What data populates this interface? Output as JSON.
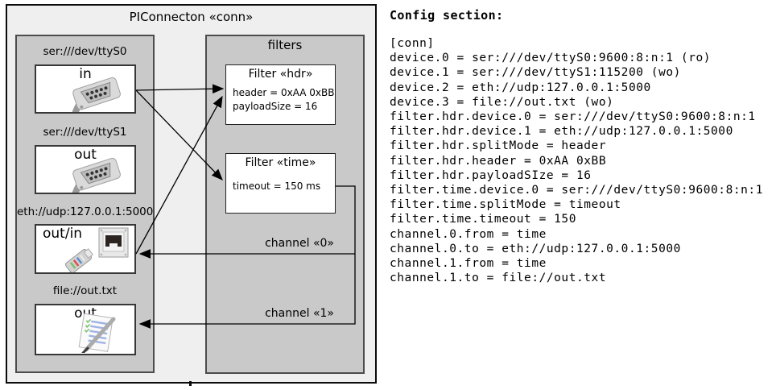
{
  "diagram": {
    "title": "PIConnecton «conn»",
    "devices_group": {
      "devices": [
        {
          "label": "ser:///dev/ttyS0",
          "direction": "in",
          "icon": "serial-port-icon"
        },
        {
          "label": "ser:///dev/ttyS1",
          "direction": "out",
          "icon": "serial-port-icon"
        },
        {
          "label": "eth://udp:127.0.0.1:5000",
          "direction": "out/in",
          "icon": "ethernet-icon"
        },
        {
          "label": "file://out.txt",
          "direction": "out",
          "icon": "file-note-icon"
        }
      ]
    },
    "filters_group": {
      "label": "filters",
      "filters": [
        {
          "title": "Filter «hdr»",
          "properties": [
            "header = 0xAA 0xBB",
            "payloadSize = 16"
          ]
        },
        {
          "title": "Filter «time»",
          "properties": [
            "timeout = 150 ms"
          ]
        }
      ]
    },
    "channels": [
      {
        "label": "channel «0»"
      },
      {
        "label": "channel «1»"
      }
    ]
  },
  "config": {
    "heading": "Config section:",
    "lines": [
      "[conn]",
      "device.0 = ser:///dev/ttyS0:9600:8:n:1 (ro)",
      "device.1 = ser:///dev/ttyS1:115200 (wo)",
      "device.2 = eth://udp:127.0.0.1:5000",
      "device.3 = file://out.txt (wo)",
      "filter.hdr.device.0 = ser:///dev/ttyS0:9600:8:n:1",
      "filter.hdr.device.1 = eth://udp:127.0.0.1:5000",
      "filter.hdr.splitMode = header",
      "filter.hdr.header = 0xAA 0xBB",
      "filter.hdr.payloadSIze = 16",
      "filter.time.device.0 = ser:///dev/ttyS0:9600:8:n:1",
      "filter.time.splitMode = timeout",
      "filter.time.timeout = 150",
      "channel.0.from = time",
      "channel.0.to = eth://udp:127.0.0.1:5000",
      "channel.1.from = time",
      "channel.1.to = file://out.txt"
    ]
  },
  "colors": {
    "outer_fill": "#efefef",
    "group_fill": "#c9c9c9",
    "box_fill": "#ffffff",
    "line": "#000000"
  }
}
